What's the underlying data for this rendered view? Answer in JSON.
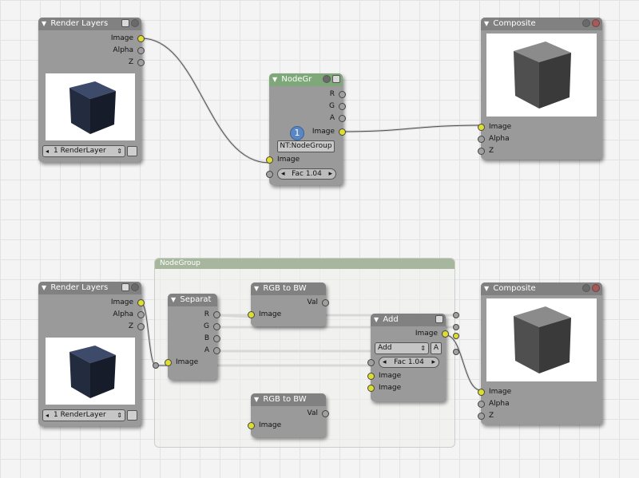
{
  "group_frame": {
    "title": "NodeGroup"
  },
  "top": {
    "render_layers": {
      "title": "Render Layers",
      "outputs": [
        "Image",
        "Alpha",
        "Z"
      ],
      "layer_select": "1 RenderLayer"
    },
    "nodegroup": {
      "title": "NodeGr",
      "outputs": [
        "R",
        "G",
        "A",
        "Image"
      ],
      "users_count": "1",
      "tree_name": "NT:NodeGroup",
      "inputs": [
        "Image"
      ],
      "fac_value": "Fac 1.04"
    },
    "composite": {
      "title": "Composite",
      "inputs": [
        "Image",
        "Alpha",
        "Z"
      ]
    }
  },
  "bottom": {
    "render_layers": {
      "title": "Render Layers",
      "outputs": [
        "Image",
        "Alpha",
        "Z"
      ],
      "layer_select": "1 RenderLayer"
    },
    "separate": {
      "title": "Separat",
      "outputs": [
        "R",
        "G",
        "B",
        "A"
      ],
      "inputs": [
        "Image"
      ]
    },
    "rgb_to_bw_1": {
      "title": "RGB to BW",
      "outputs": [
        "Val"
      ],
      "inputs": [
        "Image"
      ]
    },
    "rgb_to_bw_2": {
      "title": "RGB to BW",
      "outputs": [
        "Val"
      ],
      "inputs": [
        "Image"
      ]
    },
    "add": {
      "title": "Add",
      "outputs": [
        "Image"
      ],
      "blend_mode": "Add",
      "alpha_button": "A",
      "fac_value": "Fac 1.04",
      "inputs": [
        "Image",
        "Image"
      ]
    },
    "composite": {
      "title": "Composite",
      "inputs": [
        "Image",
        "Alpha",
        "Z"
      ]
    }
  },
  "colors": {
    "node_body": "#9a9a9a",
    "node_header": "#818181",
    "group_header": "#7ea879",
    "socket_image": "#dede30",
    "socket_value": "#a0a0a0"
  }
}
